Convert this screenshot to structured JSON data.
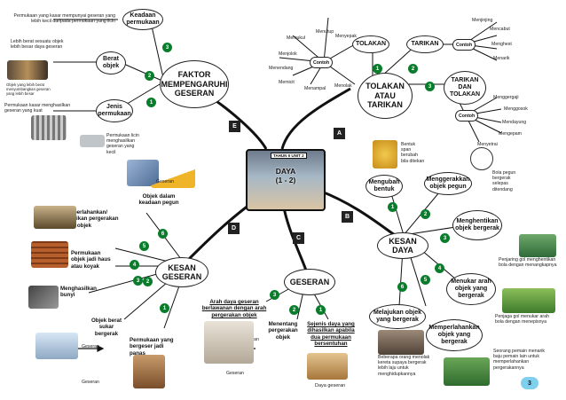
{
  "center": {
    "tag": "TAHUN 6 UNIT 2",
    "title": "DAYA",
    "subtitle": "(1 - 2)"
  },
  "section_letters": {
    "a": "A",
    "b": "B",
    "c": "C",
    "d": "D",
    "e": "E"
  },
  "branches": {
    "faktor": "FAKTOR MEMPENGARUHI GESERAN",
    "tolakan_atau_tarikan": "TOLAKAN ATAU TARIKAN",
    "kesan_daya": "KESAN DAYA",
    "geseran": "GESERAN",
    "kesan_geseran": "KESAN GESERAN"
  },
  "faktor_items": {
    "keadaan": "Keadaan permukaan",
    "berat": "Berat objek",
    "jenis": "Jenis permukaan",
    "desc_keadaan": "Permukaan yang kasar mempunyai geseran yang lebih kecil daripada permukaan yang licin",
    "desc_berat": "Lebih berat sesuatu objek lebih besar daya geseran",
    "desc_berat_pic": "Objek yang lebih berat menyumbangkan geseran yang lebih besar",
    "desc_jenis": "Permukaan kasar menghasilkan geseran yang kuat",
    "desc_licin": "Permukaan licin menghasilkan geseran yang kecil",
    "n1": "1",
    "n2": "2",
    "n3": "3"
  },
  "tolak_tarik": {
    "tolakan": "TOLAKAN",
    "tarikan": "TARIKAN",
    "contoh": "Contoh",
    "contoh2": "Contoh",
    "tarikan_dan_tolakan": "TARIKAN DAN TOLAKAN",
    "tolakan_examples": [
      "Menutup",
      "Memukul",
      "Menyepak",
      "Menjolok",
      "Menendang",
      "Memicit",
      "Menampal",
      "Menolak"
    ],
    "tarikan_examples": [
      "Menjinjing",
      "Mencabut",
      "Menghest",
      "Menarik"
    ],
    "both_examples": [
      "Menggergaji",
      "Menggosok",
      "Mendayung",
      "Mengepam",
      "Menyetrai"
    ],
    "n1": "1",
    "n2": "2",
    "n3": "3"
  },
  "kesan_daya_items": {
    "mengubah_bentuk": "Mengubah bentuk",
    "mengubah_bentuk_desc": "Bentuk span berubah bila ditekan",
    "gerakkan": "Menggerakkan objek pegun",
    "gerakkan_desc": "Bola pegun bergerak selepas ditendang",
    "hentikan": "Menghentikan objek bergerak",
    "hentikan_desc": "Penjaring gol menghentikan bola dengan menangkapnya",
    "arah": "Menukar arah objek yang bergerak",
    "arah_desc": "Penjaga gol menukar arah bola dengan menepisnya",
    "perlahankan": "Memperlahankan objek yang bergerak",
    "perlahankan_desc": "Seorang pemain menarik baju pemain lain untuk memperlahankan pergerakannya",
    "laju": "Melajukan objek yang bergerak",
    "laju_desc": "Beberapa orang menolak kereta supaya bergerak lebih laju untuk menghidupkannya",
    "nums": [
      "1",
      "2",
      "3",
      "4",
      "5",
      "6"
    ]
  },
  "geseran_items": {
    "arah": "Arah daya geseran berlawanan dengan arah pergerakan objek",
    "menentang": "Menentang pergerakan objek",
    "sejenis": "Sejenis daya yang dihasilkan apabila dua permukaan bersentuhan",
    "daya_geseran": "Daya geseran",
    "geseran_label": "Geseran",
    "nums": [
      "1",
      "2",
      "3"
    ]
  },
  "kesan_geseran_items": {
    "objek_pegun": "Objek dalam keadaan pegun",
    "memperlahankan": "Memperlahankan/ menghentikan pergerakan objek",
    "koyak": "Permukaan objek jadi haus atau koyak",
    "bunyi": "Menghasilkan bunyi",
    "sukar": "Objek berat sukar bergerak",
    "panas": "Permukaan yang bergeser jadi panas",
    "geseran_label": "Geseran",
    "nums": [
      "1",
      "2",
      "3",
      "4",
      "5",
      "6"
    ]
  },
  "page_number": "3",
  "colors": {
    "node_number": "#0a7d2c",
    "page_badge": "#7fd0ee"
  }
}
